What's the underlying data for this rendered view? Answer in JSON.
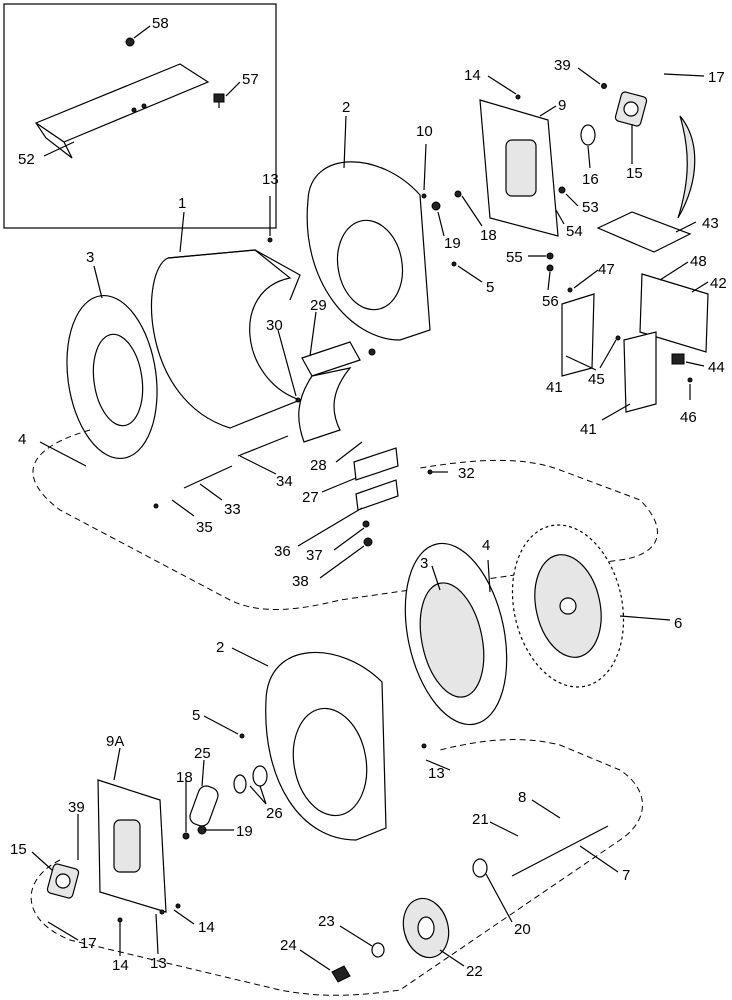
{
  "labels": [
    "58",
    "57",
    "52",
    "14",
    "39",
    "17",
    "9",
    "2",
    "10",
    "16",
    "15",
    "13",
    "1",
    "19",
    "18",
    "53",
    "54",
    "43",
    "55",
    "56",
    "5",
    "47",
    "48",
    "42",
    "3",
    "29",
    "30",
    "41",
    "45",
    "44",
    "46",
    "4",
    "28",
    "27",
    "32",
    "34",
    "33",
    "35",
    "36",
    "37",
    "38",
    "6",
    "26",
    "25",
    "9A",
    "20",
    "8",
    "21",
    "7",
    "22",
    "23",
    "24"
  ]
}
